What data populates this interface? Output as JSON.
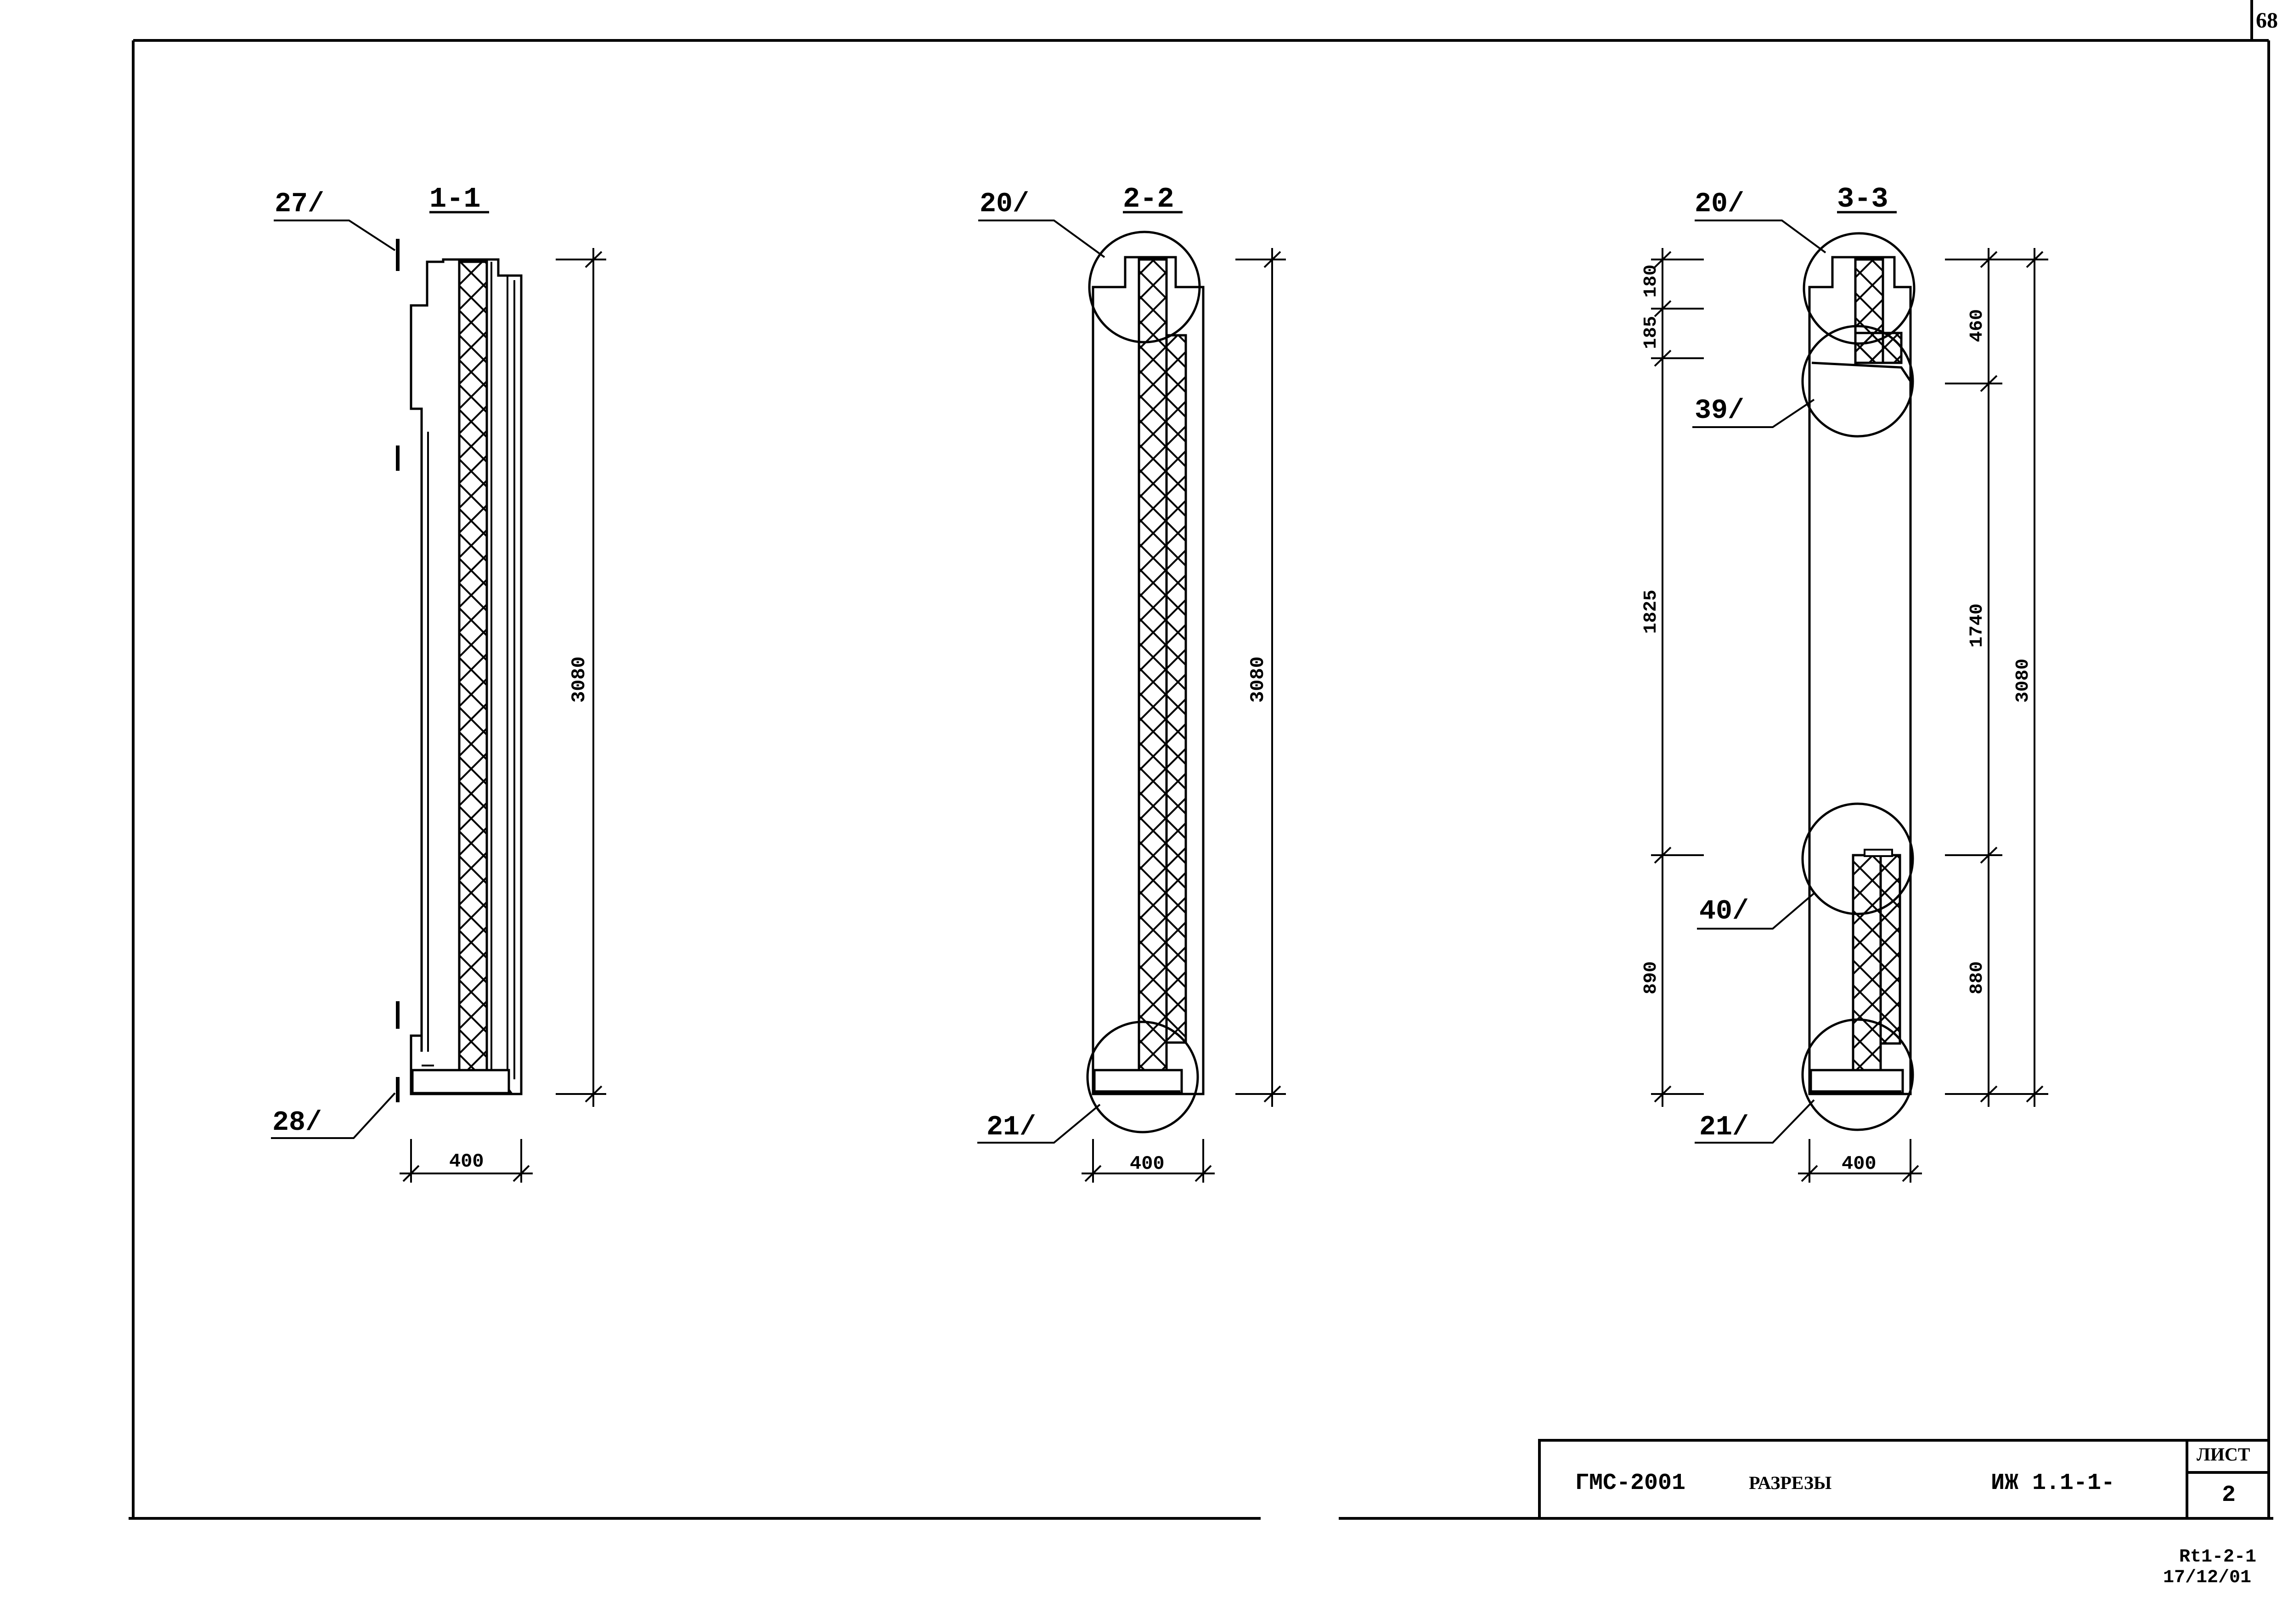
{
  "sheet": {
    "corner_mark": "68",
    "stamp": "Rt1-2-1",
    "date": "17/12/01"
  },
  "title_block": {
    "code": "ГМС-2001",
    "title": "РАЗРЕЗЫ",
    "doc_number": "ИЖ 1.1-1-",
    "sheet_label": "ЛИСТ",
    "sheet_number": "2"
  },
  "sections": [
    {
      "name": "1-1",
      "callouts": [
        "27/",
        "28/"
      ],
      "height_dim": "3080",
      "width_dim": "400"
    },
    {
      "name": "2-2",
      "callouts": [
        "20/",
        "21/"
      ],
      "height_dim": "3080",
      "width_dim": "400"
    },
    {
      "name": "3-3",
      "callouts": [
        "20/",
        "39/",
        "40/",
        "21/"
      ],
      "height_dim": "3080",
      "width_dim": "400",
      "left_dims": [
        "180",
        "185",
        "1825",
        "890"
      ],
      "right_dims": [
        "460",
        "1740",
        "880"
      ]
    }
  ]
}
